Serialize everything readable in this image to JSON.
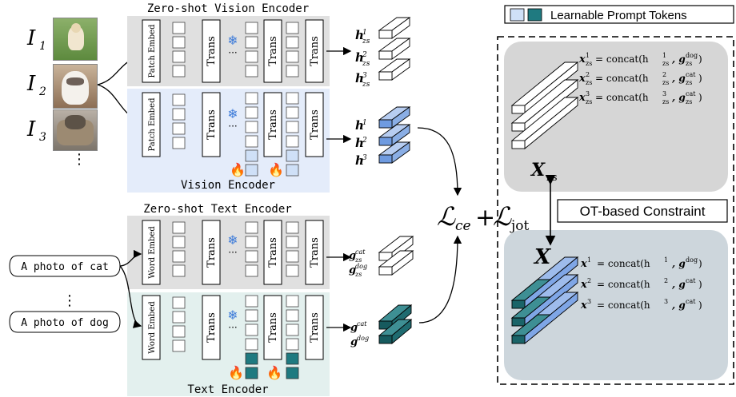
{
  "legend": {
    "label": "Learnable Prompt Tokens",
    "color_light": "#cfe0f7",
    "color_dark": "#1f7a80"
  },
  "images": {
    "i1": "I",
    "i1_sub": "1",
    "i2": "I",
    "i2_sub": "2",
    "i3": "I",
    "i3_sub": "3",
    "more": "⋮"
  },
  "zs_vision": {
    "title": "Zero-shot Vision Encoder",
    "patch_embed": "Patch Embed",
    "trans": "Trans",
    "outputs": [
      "h",
      "h",
      "h"
    ],
    "out_sups": [
      "1",
      "2",
      "3"
    ],
    "out_sub": "zs",
    "color": "#e0e0e0"
  },
  "vision": {
    "title": "Vision Encoder",
    "patch_embed": "Patch Embed",
    "trans": "Trans",
    "outputs": [
      "h",
      "h",
      "h"
    ],
    "out_sups": [
      "1",
      "2",
      "3"
    ],
    "color": "#e4ecfa"
  },
  "zs_text": {
    "title": "Zero-shot Text Encoder",
    "word_embed": "Word Embed",
    "trans": "Trans",
    "outputs": [
      "g",
      "g"
    ],
    "out_sups": [
      "cat",
      "dog"
    ],
    "out_sub": "zs"
  },
  "text": {
    "title": "Text Encoder",
    "word_embed": "Word Embed",
    "trans": "Trans",
    "outputs": [
      "g",
      "g"
    ],
    "out_sups": [
      "cat",
      "dog"
    ],
    "color": "#e3f0ee"
  },
  "prompts": {
    "cat": "A photo of cat",
    "dog": "A photo of dog",
    "more": "⋮"
  },
  "loss": {
    "ce": "ℒ",
    "ce_sub": "ce",
    "plus": "+",
    "jot": "ℒ",
    "jot_sub": "jot"
  },
  "ot": {
    "label": "OT-based Constraint"
  },
  "top_panel": {
    "matrix": "X",
    "matrix_sub": "zs",
    "eqs": [
      {
        "lhs": "x",
        "sup": "1",
        "sub": "zs",
        "rhs": "= concat(h",
        "h_sup": "1",
        "h_sub": "zs",
        "g_sup": "dog",
        "g_sub": "zs"
      },
      {
        "lhs": "x",
        "sup": "2",
        "sub": "zs",
        "rhs": "= concat(h",
        "h_sup": "2",
        "h_sub": "zs",
        "g_sup": "cat",
        "g_sub": "zs"
      },
      {
        "lhs": "x",
        "sup": "3",
        "sub": "zs",
        "rhs": "= concat(h",
        "h_sup": "3",
        "h_sub": "zs",
        "g_sup": "cat",
        "g_sub": "zs"
      }
    ]
  },
  "bottom_panel": {
    "matrix": "X",
    "eqs": [
      {
        "lhs": "x",
        "sup": "1",
        "rhs": "= concat(h",
        "h_sup": "1",
        "g_sup": "dog"
      },
      {
        "lhs": "x",
        "sup": "2",
        "rhs": "= concat(h",
        "h_sup": "2",
        "g_sup": "cat"
      },
      {
        "lhs": "x",
        "sup": "3",
        "rhs": "= concat(h",
        "h_sup": "3",
        "g_sup": "cat"
      }
    ]
  }
}
